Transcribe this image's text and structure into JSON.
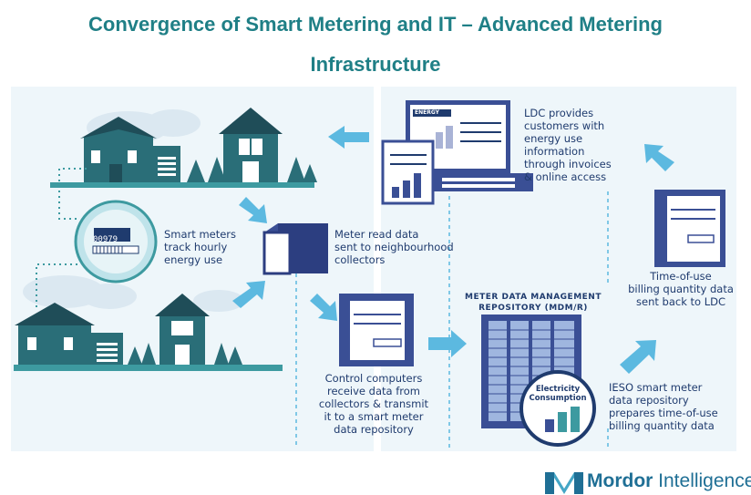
{
  "title": {
    "line1": "Convergence of Smart Metering and IT – Advanced Metering",
    "line2": "Infrastructure"
  },
  "meter": {
    "reading": "00979"
  },
  "labels": {
    "smart_meters": [
      "Smart meters",
      "track hourly",
      "energy use"
    ],
    "meter_read": [
      "Meter read data",
      "sent to neighbourhood",
      "collectors"
    ],
    "control_computers": [
      "Control computers",
      "receive data from",
      "collectors & transmit",
      "it to a smart meter",
      "data repository"
    ],
    "ldc_provides": [
      "LDC provides",
      "customers with",
      "energy use",
      "information",
      "through invoices",
      "& online access"
    ],
    "time_of_use": [
      "Time-of-use",
      "billing quantity data",
      "sent back to LDC"
    ],
    "mdm_heading": [
      "METER DATA MANAGEMENT",
      "REPOSITORY (MDM/R)"
    ],
    "ieso": [
      "IESO smart meter",
      "data repository",
      "prepares time-of-use",
      "billing quantity data"
    ],
    "energy_usage": "ENERGY USAGE",
    "electricity_consumption": [
      "Electricity",
      "Consumption"
    ]
  },
  "logo": {
    "name_part1": "Mordor",
    "name_part2": " Intelligence"
  },
  "colors": {
    "teal": "#1f7f86",
    "navy": "#1f3b6e",
    "accent_blue": "#5cb9e0",
    "house": "#2a6e78"
  }
}
